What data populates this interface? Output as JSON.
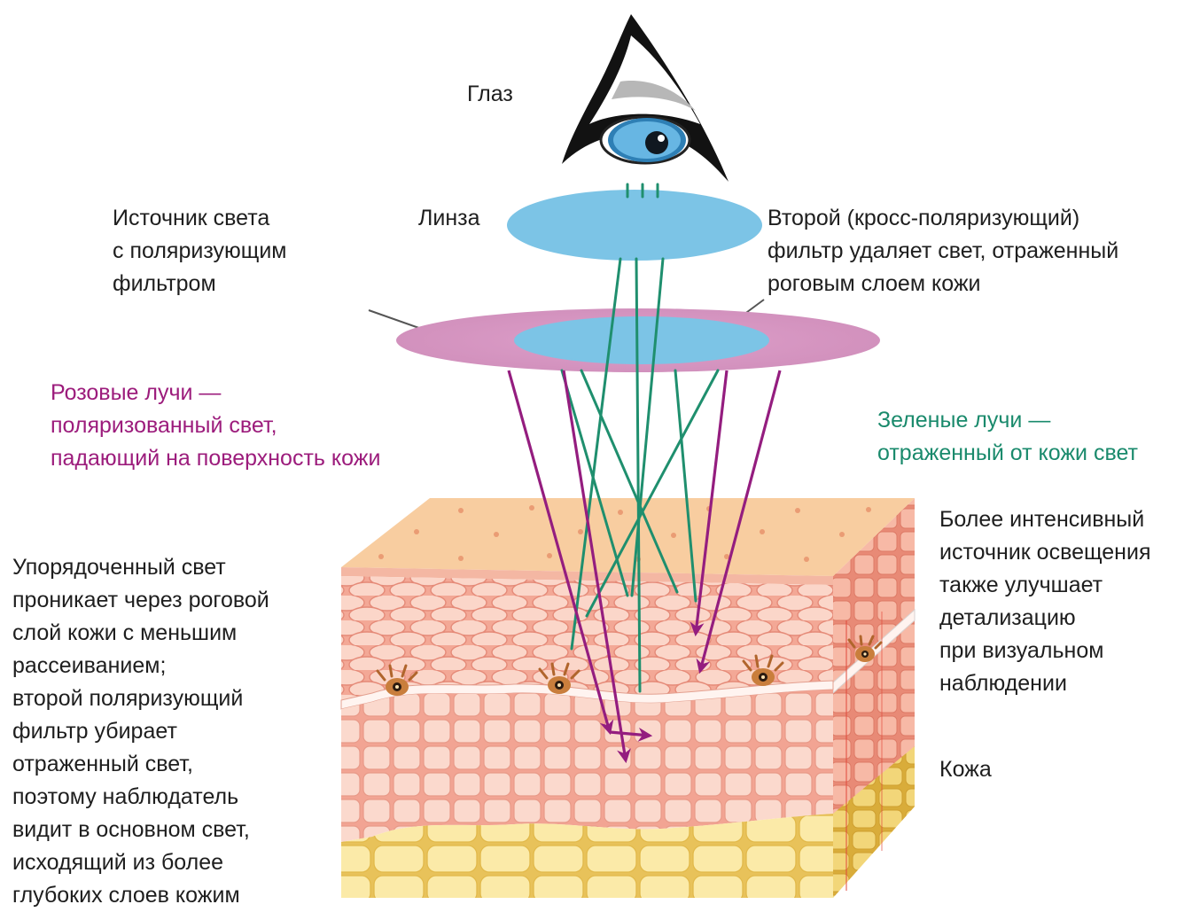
{
  "colors": {
    "pink_ray": "#941d7f",
    "green_ray": "#1f8f6e",
    "lens": "#7cc4e6",
    "filter_disc": "#d89ec3",
    "pink_text": "#9c1c7c",
    "green_text": "#1a8a6c"
  },
  "labels": {
    "eye": "Глаз",
    "lens": "Линза",
    "light_source": "Источник света\nс поляризующим\nфильтром",
    "second_filter": "Второй (кросс-поляризующий)\nфильтр удаляет свет, отраженный\nроговым слоем кожи",
    "pink_rays": "Розовые лучи —\nполяризованный свет,\nпадающий на поверхность кожи",
    "green_rays": "Зеленые лучи —\nотраженный от кожи свет",
    "intense_light": "Более интенсивный\nисточник освещения\nтакже улучшает\nдетализацию\nпри визуальном\nнаблюдении",
    "ordered_light": "Упорядоченный свет\nпроникает через роговой\nслой кожи с меньшим\nрассеиванием;\nвторой поляризующий\nфильтр убирает\nотраженный свет,\nпоэтому наблюдатель\nвидит в основном свет,\nисходящий из более\nглубоких слоев кожим",
    "skin": "Кожа"
  },
  "icons": {
    "eye": "eye-icon",
    "melanocyte": "melanocyte-icon"
  }
}
